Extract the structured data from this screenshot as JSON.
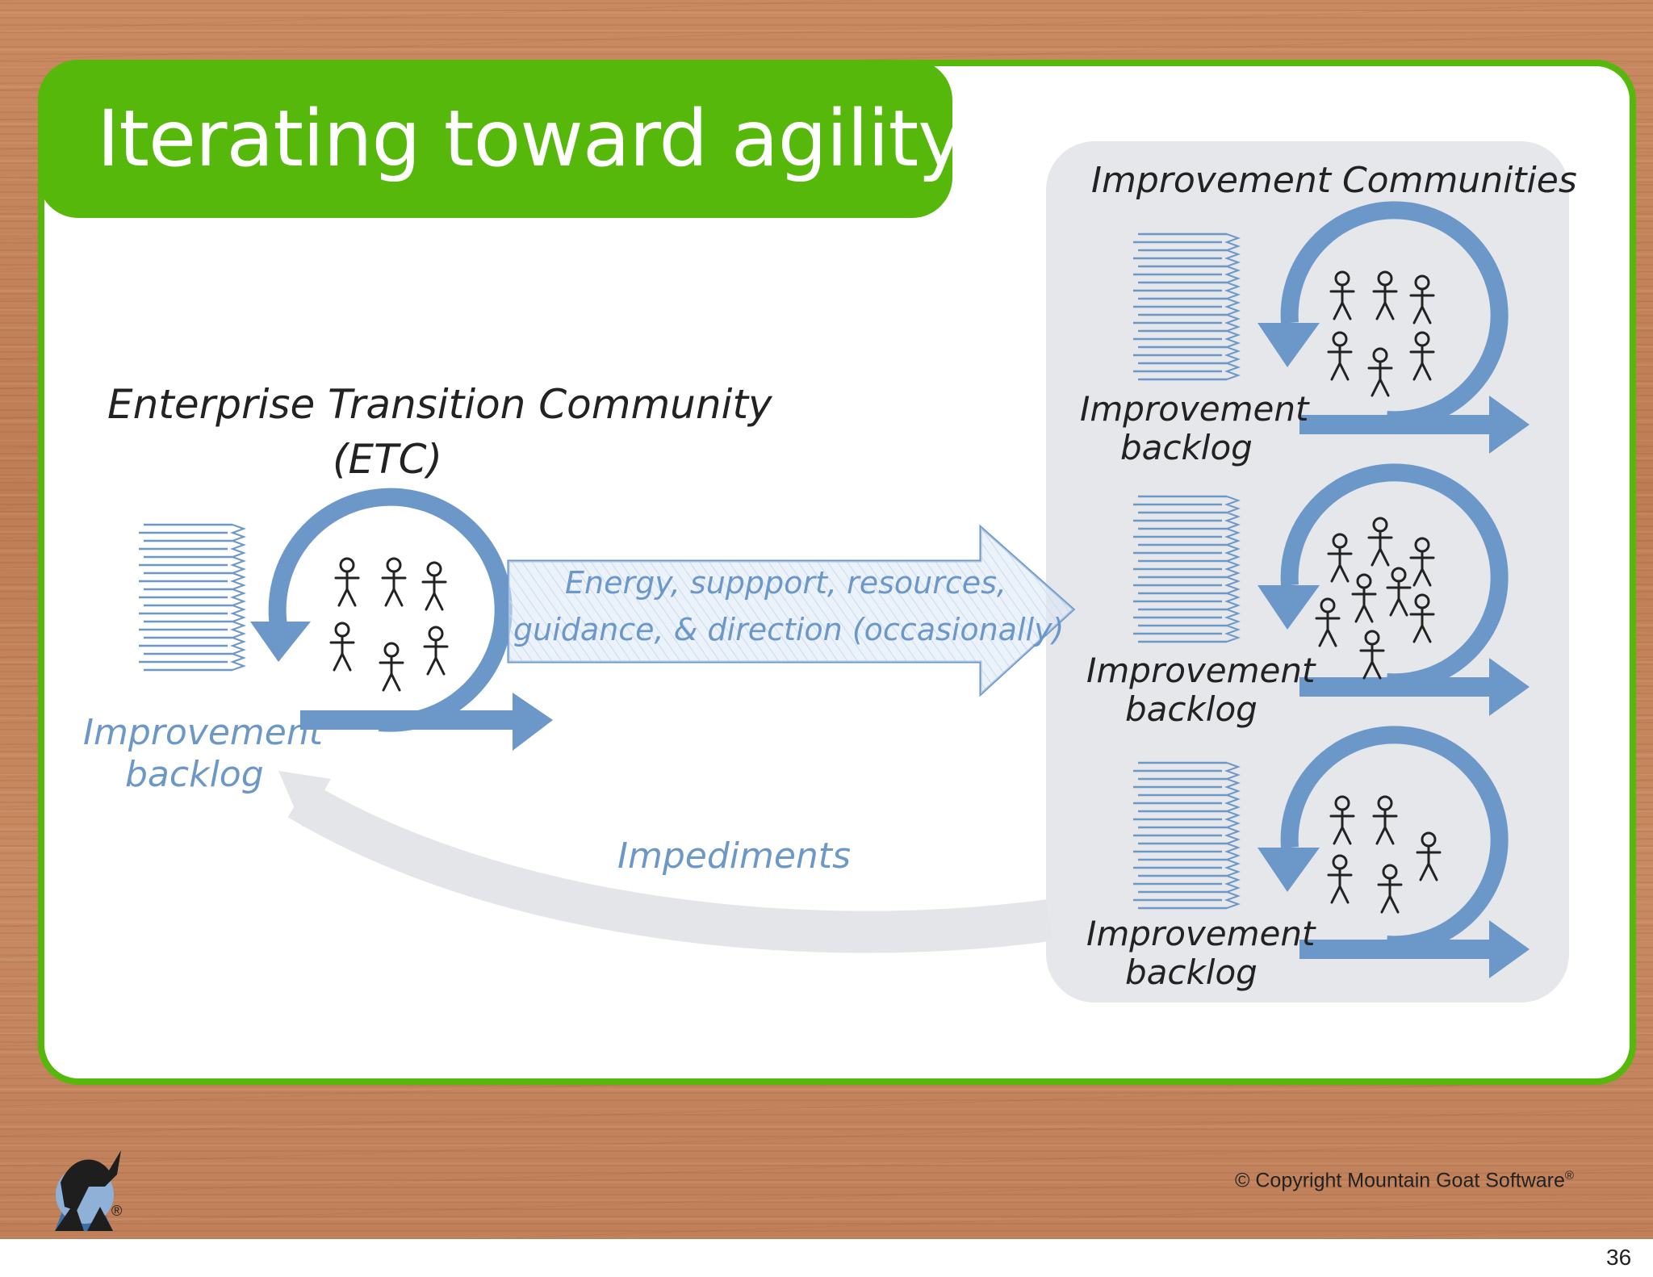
{
  "slide": {
    "title": "Iterating toward agility",
    "page_number": "36",
    "copyright": "© Copyright Mountain Goat Software",
    "copyright_mark": "®",
    "logo_mark": "®"
  },
  "etc": {
    "heading_line1": "Enterprise Transition Community",
    "heading_line2": "(ETC)",
    "backlog_line1": "Improvement",
    "backlog_line2": "backlog",
    "color": "#6c98c9"
  },
  "flow_arrow": {
    "line1": "Energy, suppport, resources,",
    "line2": "guidance, & direction (occasionally)"
  },
  "impediments_label": "Impediments",
  "communities": {
    "heading": "Improvement Communities",
    "items": [
      {
        "backlog_line1": "Improvement",
        "backlog_line2": "backlog"
      },
      {
        "backlog_line1": "Improvement",
        "backlog_line2": "backlog"
      },
      {
        "backlog_line1": "Improvement",
        "backlog_line2": "backlog"
      }
    ]
  },
  "colors": {
    "green": "#56b80a",
    "blue": "#6c98c9",
    "panel": "#e6e7ea"
  }
}
